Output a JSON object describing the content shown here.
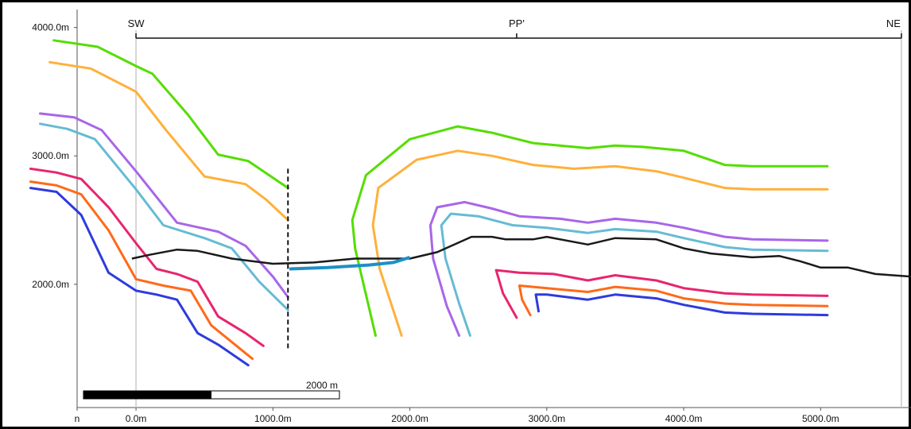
{
  "chart_data": {
    "type": "line",
    "title": "",
    "xlabel": "",
    "ylabel": "",
    "xlim": [
      -430,
      5660
    ],
    "ylim": [
      1040,
      4140
    ],
    "x_ticks": [
      {
        "value": -430,
        "label": "n"
      },
      {
        "value": 0,
        "label": "0.0m"
      },
      {
        "value": 1000,
        "label": "1000.0m"
      },
      {
        "value": 2000,
        "label": "2000.0m"
      },
      {
        "value": 3000,
        "label": "3000.0m"
      },
      {
        "value": 4000,
        "label": "4000.0m"
      },
      {
        "value": 5000,
        "label": "5000.0m"
      }
    ],
    "y_ticks": [
      {
        "value": 2000,
        "label": "2000.0m"
      },
      {
        "value": 3000,
        "label": "3000.0m"
      },
      {
        "value": 4000,
        "label": "4000.0m"
      }
    ],
    "section": {
      "name": "PP'",
      "start_label": "SW",
      "end_label": "NE",
      "start_x": 0,
      "mid_x": 2780,
      "end_x": 5590
    },
    "fault": {
      "x": 1110,
      "y_top": 2900,
      "y_bottom": 1480
    },
    "scale_bar": {
      "label": "2000 m",
      "length_m": 2000
    },
    "colors": {
      "green": "#55dd00",
      "orange": "#ffb03a",
      "purple": "#a866e8",
      "cyan": "#66bbd4",
      "magenta": "#e8256e",
      "red_orange": "#ff6a1a",
      "blue": "#2e3bdd",
      "surface": "#1a1a1a",
      "water": "#1d8fc9",
      "frame_gray": "#c8c8c8"
    },
    "series": [
      {
        "color_key": "green",
        "points": [
          [
            -600,
            3900
          ],
          [
            -280,
            3850
          ],
          [
            0,
            3700
          ],
          [
            120,
            3640
          ],
          [
            380,
            3320
          ],
          [
            600,
            3010
          ],
          [
            820,
            2960
          ],
          [
            1110,
            2750
          ]
        ]
      },
      {
        "color_key": "green",
        "points": [
          [
            1750,
            1600
          ],
          [
            1600,
            2280
          ],
          [
            1580,
            2500
          ],
          [
            1680,
            2850
          ],
          [
            2000,
            3130
          ],
          [
            2350,
            3230
          ],
          [
            2600,
            3180
          ],
          [
            2900,
            3100
          ],
          [
            3300,
            3060
          ],
          [
            3500,
            3080
          ],
          [
            3700,
            3070
          ],
          [
            4000,
            3040
          ],
          [
            4300,
            2930
          ],
          [
            4500,
            2920
          ],
          [
            5050,
            2920
          ]
        ]
      },
      {
        "color_key": "orange",
        "points": [
          [
            -630,
            3730
          ],
          [
            -330,
            3680
          ],
          [
            0,
            3500
          ],
          [
            220,
            3200
          ],
          [
            500,
            2840
          ],
          [
            800,
            2780
          ],
          [
            950,
            2660
          ],
          [
            1110,
            2500
          ]
        ]
      },
      {
        "color_key": "orange",
        "points": [
          [
            1940,
            1600
          ],
          [
            1780,
            2120
          ],
          [
            1730,
            2460
          ],
          [
            1770,
            2750
          ],
          [
            2050,
            2970
          ],
          [
            2350,
            3040
          ],
          [
            2600,
            3000
          ],
          [
            2900,
            2930
          ],
          [
            3200,
            2900
          ],
          [
            3500,
            2920
          ],
          [
            3800,
            2880
          ],
          [
            4000,
            2830
          ],
          [
            4300,
            2750
          ],
          [
            4500,
            2740
          ],
          [
            5050,
            2740
          ]
        ]
      },
      {
        "color_key": "purple",
        "points": [
          [
            -700,
            3330
          ],
          [
            -450,
            3300
          ],
          [
            -250,
            3200
          ],
          [
            0,
            2880
          ],
          [
            300,
            2480
          ],
          [
            600,
            2410
          ],
          [
            800,
            2300
          ],
          [
            1000,
            2060
          ],
          [
            1110,
            1900
          ]
        ]
      },
      {
        "color_key": "purple",
        "points": [
          [
            2360,
            1600
          ],
          [
            2270,
            1830
          ],
          [
            2170,
            2200
          ],
          [
            2150,
            2460
          ],
          [
            2200,
            2600
          ],
          [
            2400,
            2640
          ],
          [
            2600,
            2590
          ],
          [
            2800,
            2530
          ],
          [
            3100,
            2510
          ],
          [
            3300,
            2480
          ],
          [
            3500,
            2510
          ],
          [
            3800,
            2480
          ],
          [
            4000,
            2440
          ],
          [
            4300,
            2370
          ],
          [
            4500,
            2350
          ],
          [
            5050,
            2340
          ]
        ]
      },
      {
        "color_key": "cyan",
        "points": [
          [
            -700,
            3250
          ],
          [
            -500,
            3210
          ],
          [
            -300,
            3130
          ],
          [
            0,
            2740
          ],
          [
            200,
            2460
          ],
          [
            500,
            2360
          ],
          [
            700,
            2280
          ],
          [
            900,
            2020
          ],
          [
            1110,
            1800
          ]
        ]
      },
      {
        "color_key": "cyan",
        "points": [
          [
            2440,
            1600
          ],
          [
            2360,
            1850
          ],
          [
            2260,
            2200
          ],
          [
            2230,
            2460
          ],
          [
            2300,
            2550
          ],
          [
            2500,
            2530
          ],
          [
            2750,
            2460
          ],
          [
            3000,
            2440
          ],
          [
            3300,
            2400
          ],
          [
            3500,
            2430
          ],
          [
            3800,
            2410
          ],
          [
            4000,
            2360
          ],
          [
            4300,
            2290
          ],
          [
            4500,
            2270
          ],
          [
            5050,
            2260
          ]
        ]
      },
      {
        "color_key": "magenta",
        "points": [
          [
            -770,
            2900
          ],
          [
            -580,
            2870
          ],
          [
            -400,
            2820
          ],
          [
            -200,
            2600
          ],
          [
            0,
            2320
          ],
          [
            150,
            2120
          ],
          [
            300,
            2080
          ],
          [
            450,
            2020
          ],
          [
            600,
            1750
          ],
          [
            800,
            1620
          ],
          [
            930,
            1520
          ]
        ]
      },
      {
        "color_key": "magenta",
        "points": [
          [
            2780,
            1740
          ],
          [
            2680,
            1930
          ],
          [
            2630,
            2110
          ],
          [
            2800,
            2090
          ],
          [
            3050,
            2080
          ],
          [
            3300,
            2030
          ],
          [
            3500,
            2070
          ],
          [
            3800,
            2030
          ],
          [
            4000,
            1970
          ],
          [
            4300,
            1930
          ],
          [
            4500,
            1920
          ],
          [
            5050,
            1910
          ]
        ]
      },
      {
        "color_key": "red_orange",
        "points": [
          [
            -770,
            2800
          ],
          [
            -580,
            2770
          ],
          [
            -400,
            2700
          ],
          [
            -200,
            2420
          ],
          [
            0,
            2040
          ],
          [
            200,
            1990
          ],
          [
            400,
            1950
          ],
          [
            550,
            1680
          ],
          [
            700,
            1550
          ],
          [
            850,
            1420
          ]
        ]
      },
      {
        "color_key": "red_orange",
        "points": [
          [
            2880,
            1760
          ],
          [
            2820,
            1880
          ],
          [
            2800,
            1990
          ],
          [
            3000,
            1970
          ],
          [
            3300,
            1940
          ],
          [
            3500,
            1980
          ],
          [
            3800,
            1950
          ],
          [
            4000,
            1890
          ],
          [
            4300,
            1850
          ],
          [
            4500,
            1840
          ],
          [
            5050,
            1830
          ]
        ]
      },
      {
        "color_key": "blue",
        "points": [
          [
            -770,
            2750
          ],
          [
            -580,
            2720
          ],
          [
            -400,
            2540
          ],
          [
            -200,
            2090
          ],
          [
            0,
            1950
          ],
          [
            150,
            1920
          ],
          [
            300,
            1880
          ],
          [
            450,
            1620
          ],
          [
            600,
            1530
          ],
          [
            820,
            1370
          ]
        ]
      },
      {
        "color_key": "blue",
        "points": [
          [
            2940,
            1790
          ],
          [
            2920,
            1920
          ],
          [
            3000,
            1920
          ],
          [
            3300,
            1880
          ],
          [
            3500,
            1920
          ],
          [
            3800,
            1890
          ],
          [
            4000,
            1840
          ],
          [
            4300,
            1780
          ],
          [
            4500,
            1770
          ],
          [
            5050,
            1760
          ]
        ]
      }
    ],
    "surface": {
      "color_key": "surface",
      "points": [
        [
          -30,
          2200
        ],
        [
          100,
          2230
        ],
        [
          300,
          2270
        ],
        [
          450,
          2260
        ],
        [
          700,
          2200
        ],
        [
          1000,
          2160
        ],
        [
          1300,
          2170
        ],
        [
          1600,
          2200
        ],
        [
          2000,
          2200
        ],
        [
          2200,
          2250
        ],
        [
          2450,
          2370
        ],
        [
          2600,
          2370
        ],
        [
          2700,
          2350
        ],
        [
          2900,
          2350
        ],
        [
          3000,
          2370
        ],
        [
          3300,
          2310
        ],
        [
          3500,
          2360
        ],
        [
          3800,
          2350
        ],
        [
          4000,
          2280
        ],
        [
          4200,
          2240
        ],
        [
          4500,
          2210
        ],
        [
          4700,
          2220
        ],
        [
          4850,
          2180
        ],
        [
          5000,
          2130
        ],
        [
          5200,
          2130
        ],
        [
          5400,
          2080
        ],
        [
          5660,
          2060
        ]
      ]
    },
    "water": {
      "color_key": "water",
      "points": [
        [
          1120,
          2120
        ],
        [
          1400,
          2130
        ],
        [
          1700,
          2150
        ],
        [
          1880,
          2170
        ],
        [
          2000,
          2210
        ]
      ]
    }
  }
}
